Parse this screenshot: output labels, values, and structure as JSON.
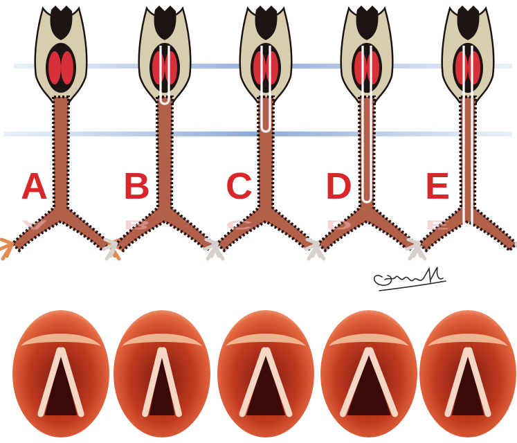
{
  "panels": [
    {
      "label": "A"
    },
    {
      "label": "B"
    },
    {
      "label": "C"
    },
    {
      "label": "D"
    },
    {
      "label": "E"
    }
  ],
  "colors": {
    "letter": "#d9262b",
    "tissue": "#b2604a",
    "tissue_dark": "#1c1412",
    "larynx_shell": "#d9cdb0",
    "cord_red": "#d8303a",
    "tube": "#ffffff",
    "blue_band": "#4a78c2",
    "endoscopic_red": "#c0391f"
  }
}
